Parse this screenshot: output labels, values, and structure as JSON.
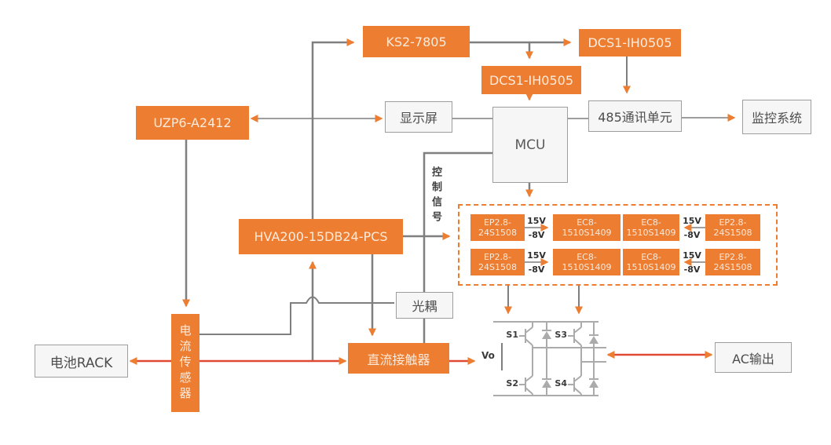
{
  "colors": {
    "accent_orange": "#ED7D31",
    "line_gray": "#7F7F7F",
    "power_red": "#E04A32",
    "bridge_gray": "#ABABAB"
  },
  "nodes": {
    "ks2": {
      "label": "KS2-7805"
    },
    "dcs1_top": {
      "label": "DCS1-IH0505"
    },
    "dcs1_mid": {
      "label": "DCS1-IH0505"
    },
    "uzp6": {
      "label": "UZP6-A2412"
    },
    "display": {
      "label": "显示屏"
    },
    "mcu": {
      "label": "MCU"
    },
    "comm485": {
      "label": "485通讯单元"
    },
    "monitor": {
      "label": "监控系统"
    },
    "hva200": {
      "label": "HVA200-15DB24-PCS"
    },
    "optocoupler": {
      "label": "光耦"
    },
    "current_sensor": {
      "label": "电流传感器"
    },
    "battery_rack": {
      "label": "电池RACK"
    },
    "dc_contactor": {
      "label": "直流接触器"
    },
    "ac_output": {
      "label": "AC输出"
    }
  },
  "labels": {
    "control_signal": "控制信号",
    "vo": "Vo",
    "s1": "S1",
    "s2": "S2",
    "s3": "S3",
    "s4": "S4"
  },
  "gate_drivers": {
    "pairs": [
      {
        "src_l1": "EP2.8-",
        "src_l2": "24S1508",
        "dst_l1": "EC8-",
        "dst_l2": "1510S1409",
        "v_top": "15V",
        "v_bot": "-8V",
        "direction": "right"
      },
      {
        "src_l1": "EP2.8-",
        "src_l2": "24S1508",
        "dst_l1": "EC8-",
        "dst_l2": "1510S1409",
        "v_top": "15V",
        "v_bot": "-8V",
        "direction": "right"
      },
      {
        "src_l1": "EP2.8-",
        "src_l2": "24S1508",
        "dst_l1": "EC8-",
        "dst_l2": "1510S1409",
        "v_top": "15V",
        "v_bot": "-8V",
        "direction": "left"
      },
      {
        "src_l1": "EP2.8-",
        "src_l2": "24S1508",
        "dst_l1": "EC8-",
        "dst_l2": "1510S1409",
        "v_top": "15V",
        "v_bot": "-8V",
        "direction": "left"
      }
    ]
  }
}
